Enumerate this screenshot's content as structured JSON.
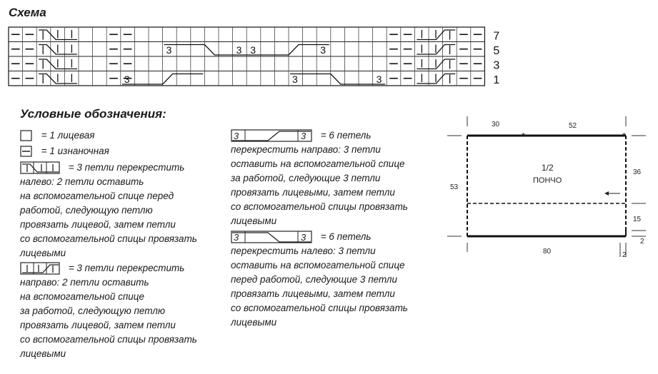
{
  "chart_title": "Схема",
  "row_numbers": [
    "7",
    "5",
    "3",
    "1"
  ],
  "grid": {
    "columns": 34,
    "rows": 4,
    "cable_numbers": {
      "row7": [],
      "row5": [
        "3",
        "3",
        "3",
        "3"
      ],
      "row3": [],
      "row1": [
        "3",
        "3",
        "3"
      ]
    }
  },
  "legend": {
    "title": "Условные обозначения:",
    "items": [
      {
        "symbol": "empty-square",
        "text": "= 1 лицевая"
      },
      {
        "symbol": "purl-square",
        "text": "= 1 изнаночная"
      },
      {
        "symbol": "cross-left-3",
        "lines": [
          "= 3 петли перекрестить",
          "налево: 2 петли оставить",
          "на вспомогательной спице перед",
          "работой, следующую петлю",
          "провязать лицевой, затем петли",
          "со вспомогательной спицы провязать",
          "лицевыми"
        ]
      },
      {
        "symbol": "cross-right-3",
        "lines": [
          "= 3 петли перекрестить",
          "направо: 2 петли оставить",
          "на вспомогательной спице",
          "за работой, следующую петлю",
          "провязать лицевой, затем петли",
          "со вспомогательной спицы провязать",
          "лицевыми"
        ]
      },
      {
        "symbol": "cross-right-6",
        "lines": [
          "= 6 петель",
          "перекрестить направо: 3 петли",
          "оставить на вспомогательной спице",
          "за работой, следующие 3 петли",
          "провязать лицевыми, затем петли",
          "со вспомогательной спицы провязать",
          "лицевыми"
        ]
      },
      {
        "symbol": "cross-left-6",
        "lines": [
          "= 6 петель",
          "перекрестить налево: 3 петли",
          "оставить на вспомогательной спице",
          "перед работой, следующие 3 петли",
          "провязать лицевыми, затем петли",
          "со вспомогательной спицы провязать",
          "лицевыми"
        ]
      }
    ]
  },
  "scheme": {
    "label_line1": "1/2",
    "label_line2": "ПОНЧО",
    "dim_top_left": "30",
    "dim_top_right": "52",
    "dim_left": "53",
    "dim_right_top": "36",
    "dim_right_mid": "15",
    "dim_right_bottom": "2",
    "dim_bottom": "80",
    "dim_bottom_small": "2"
  }
}
